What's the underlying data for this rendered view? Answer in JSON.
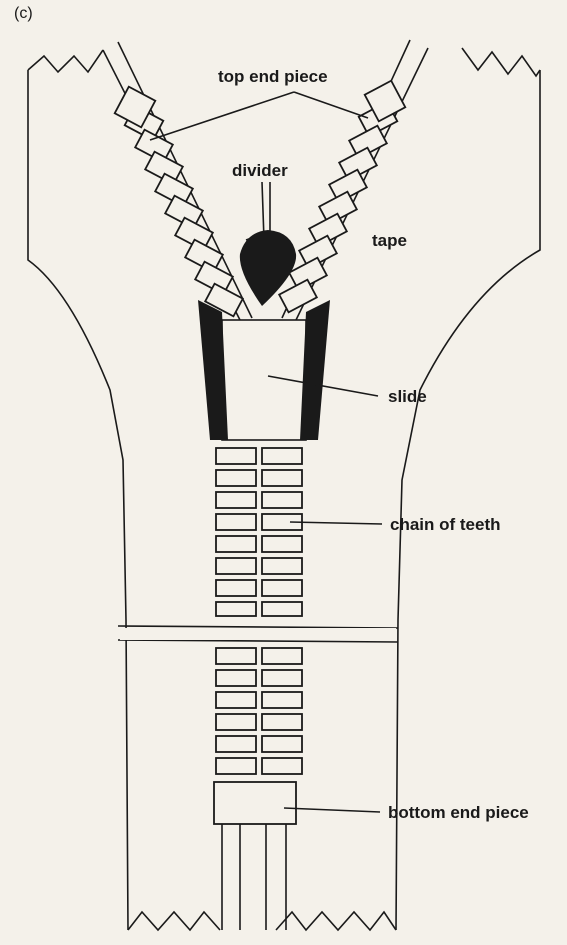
{
  "figure": {
    "panel_label": "(c)"
  },
  "labels": {
    "top_end_piece": "top end piece",
    "divider": "divider",
    "tape": "tape",
    "slide": "slide",
    "chain_of_teeth": "chain of teeth",
    "bottom_end_piece": "bottom end piece"
  },
  "colors": {
    "ink": "#1a1a1a",
    "paper": "#f4f1ea"
  }
}
